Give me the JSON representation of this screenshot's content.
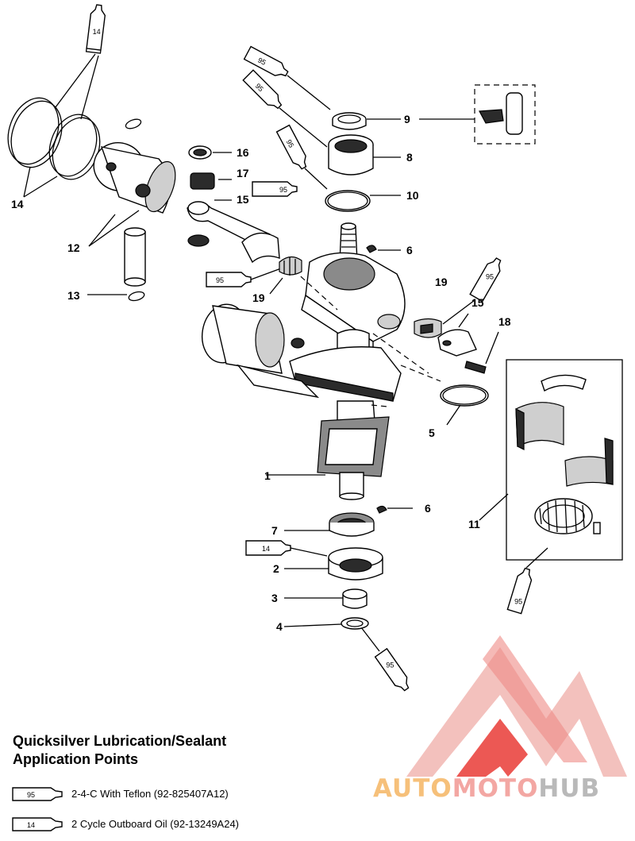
{
  "legend": {
    "title_line1": "Quicksilver Lubrication/Sealant",
    "title_line2": "Application Points",
    "items": [
      {
        "code": "95",
        "text": "2-4-C  With Teflon (92-825407A12)"
      },
      {
        "code": "14",
        "text": "2 Cycle Outboard Oil (92-13249A24)"
      }
    ]
  },
  "callouts": {
    "c1": "1",
    "c2": "2",
    "c3": "3",
    "c4": "4",
    "c5": "5",
    "c6a": "6",
    "c6b": "6",
    "c7": "7",
    "c8": "8",
    "c9": "9",
    "c10": "10",
    "c11": "11",
    "c12": "12",
    "c13": "13",
    "c14": "14",
    "c15a": "15",
    "c15b": "15",
    "c16": "16",
    "c17": "17",
    "c18": "18",
    "c19a": "19",
    "c19b": "19"
  },
  "tubes": {
    "t1": "14",
    "t2": "95",
    "t3": "95",
    "t4": "95",
    "t5": "95",
    "t6": "95",
    "t7": "95",
    "t8": "14",
    "t9": "95",
    "t10": "95"
  },
  "watermark": {
    "part1": "AUTO",
    "part2": "MOTO",
    "part3": "HUB",
    "color_light": "#f3c1bd",
    "color_red": "#e93b36",
    "color_orange": "#f6c07a",
    "color_grey": "#9a9a9a"
  }
}
